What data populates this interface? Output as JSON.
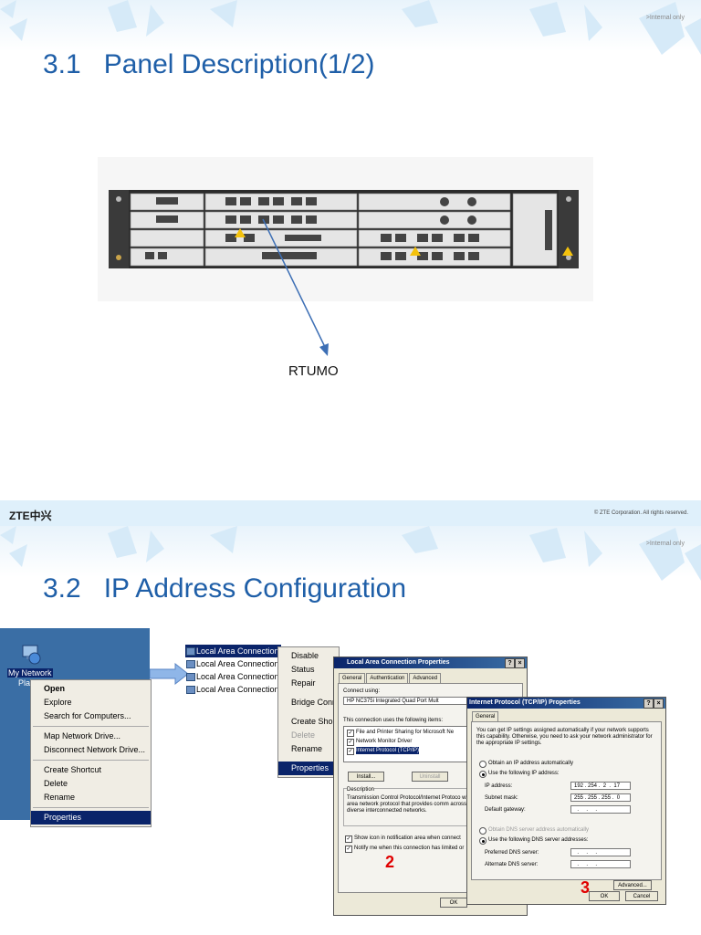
{
  "slide1": {
    "banner_note": ">Internal only",
    "title": "3.1   Panel Description(1/2)",
    "device_label": "RTUMO",
    "footer_logo": "ZTE中兴",
    "copyright": "© ZTE Corporation. All rights reserved."
  },
  "slide2": {
    "banner_note": ">Internal only",
    "title": "3.2   IP Address Configuration",
    "desktop": {
      "icon_label_line1": "My Network",
      "icon_label_line2": "Pla",
      "menu": [
        "Open",
        "Explore",
        "Search for Computers...",
        "Map Network Drive...",
        "Disconnect Network Drive...",
        "Create Shortcut",
        "Delete",
        "Rename",
        "Properties"
      ]
    },
    "connections": [
      "Local Area Connection",
      "Local Area Connection",
      "Local Area Connection",
      "Local Area Connection"
    ],
    "conn_menu": [
      "Disable",
      "Status",
      "Repair",
      "Bridge Conn",
      "Create Shor",
      "Delete",
      "Rename",
      "Properties"
    ],
    "lan_dialog": {
      "title": "Local Area Connection Properties",
      "tabs": [
        "General",
        "Authentication",
        "Advanced"
      ],
      "connect_using_label": "Connect using:",
      "adapter": "HP NC375i Integrated Quad Port Mult",
      "items_label": "This connection uses the following items:",
      "items": [
        "File and Printer Sharing for Microsoft Ne",
        "Network Monitor Driver",
        "Internet Protocol (TCP/IP)"
      ],
      "install": "Install...",
      "uninstall": "Uninstall",
      "description_label": "Description",
      "description": "Transmission Control Protocol/Internet Protoco wide area network protocol that provides comm across diverse interconnected networks.",
      "show_icon": "Show icon in notification area when connect",
      "notify": "Notify me when this connection has limited or",
      "ok": "OK",
      "step": "2"
    },
    "ip_dialog": {
      "title": "Internet Protocol (TCP/IP) Properties",
      "tab": "General",
      "intro": "You can get IP settings assigned automatically if your network supports this capability. Otherwise, you need to ask your network administrator for the appropriate IP settings.",
      "obtain_auto": "Obtain an IP address automatically",
      "use_following": "Use the following IP address:",
      "ip_label": "IP address:",
      "ip_value": "192 . 254 .  2  .  17",
      "mask_label": "Subnet mask:",
      "mask_value": "255 . 255 . 255 .  0",
      "gateway_label": "Default gateway:",
      "gateway_value": "  .     .     .",
      "obtain_dns": "Obtain DNS server address automatically",
      "use_dns": "Use the following DNS server addresses:",
      "pref_dns": "Preferred DNS server:",
      "alt_dns": "Alternate DNS server:",
      "dns_value": "  .     .     .",
      "advanced": "Advanced...",
      "ok": "OK",
      "cancel": "Cancel",
      "step": "3"
    },
    "colors": {
      "title_blue": "#1f5fa8",
      "selection": "#0a246a",
      "step_red": "#e00000"
    }
  }
}
